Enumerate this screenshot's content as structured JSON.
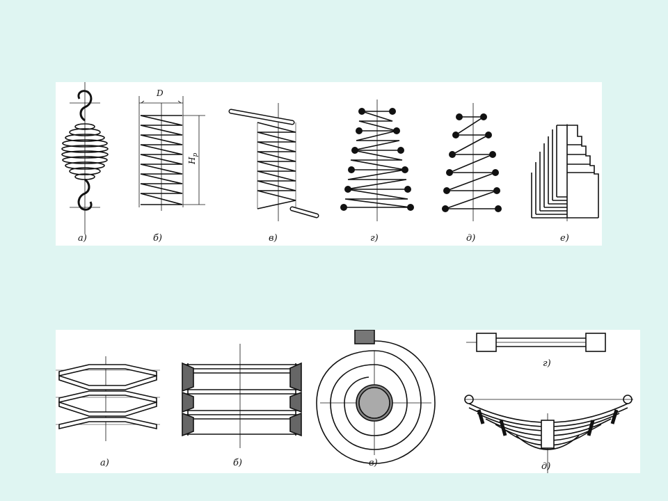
{
  "top_panel": {
    "labels": [
      "а)",
      "б)",
      "в)",
      "г)",
      "д)",
      "е)"
    ],
    "dimension_D": "D",
    "dimension_H": "H",
    "dimension_H_sub": "р"
  },
  "bottom_panel": {
    "labels": [
      "а)",
      "б)",
      "в)",
      "г)",
      "д)"
    ]
  }
}
